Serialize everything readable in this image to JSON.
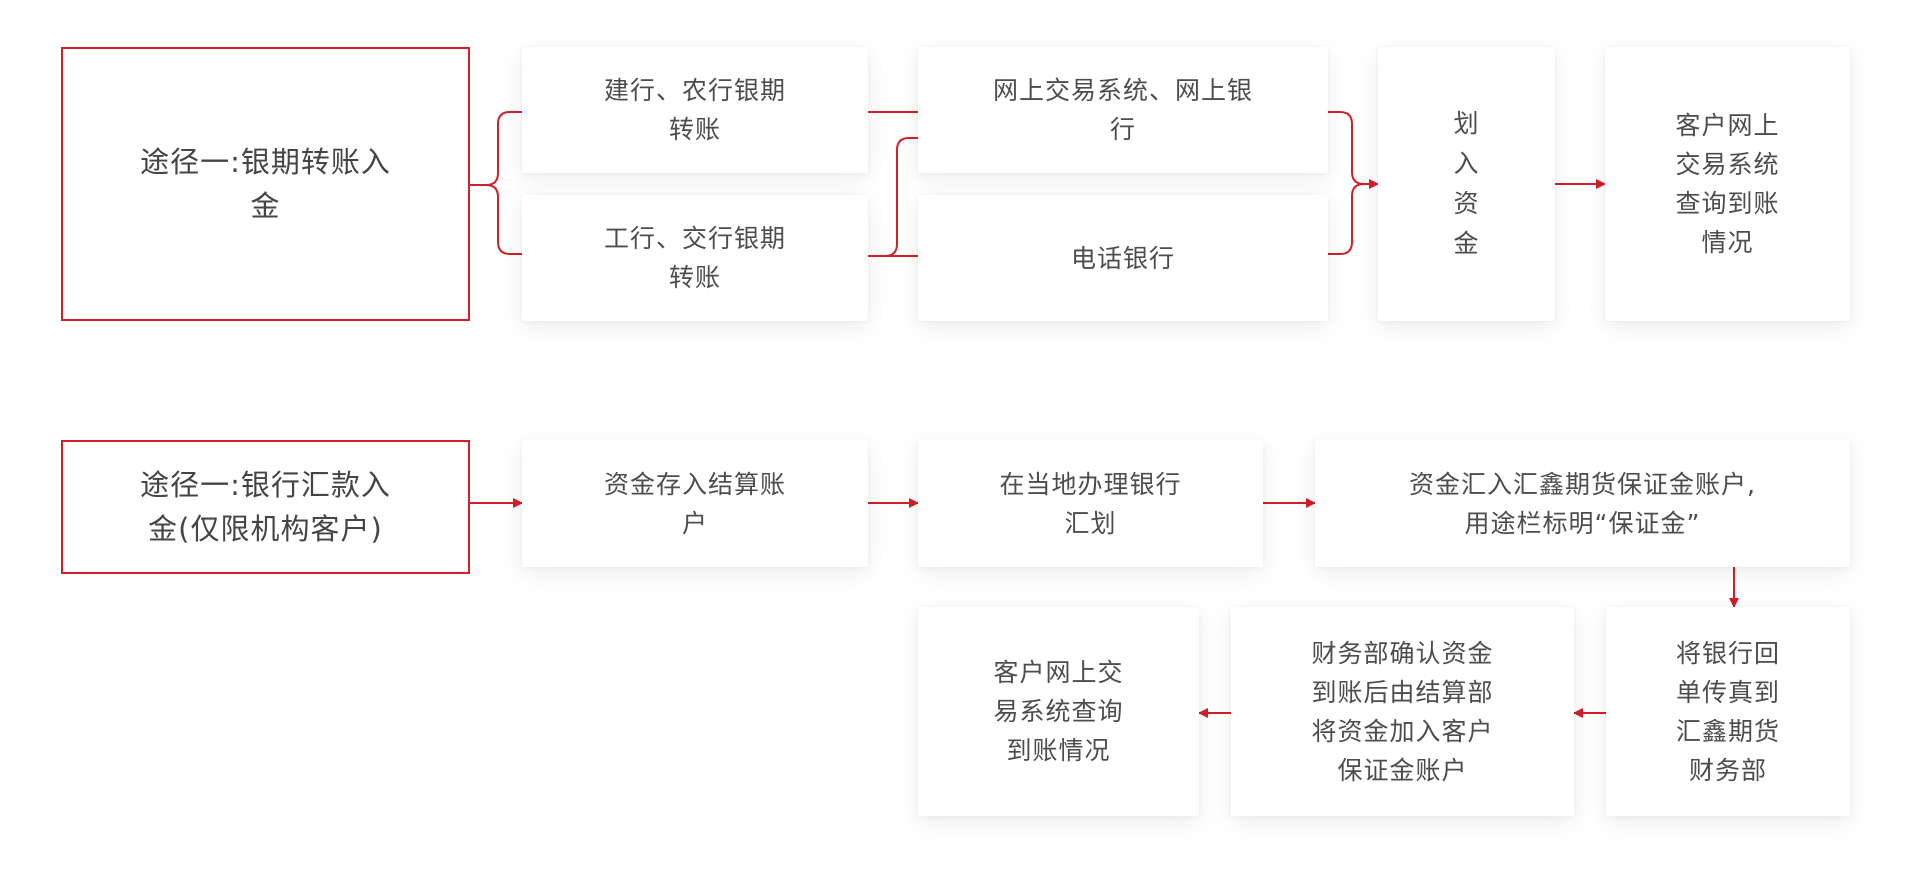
{
  "colors": {
    "accent": "#d21f28",
    "text": "#4d4d4d",
    "box_background": "#ffffff",
    "page_background": "#ffffff"
  },
  "route1": {
    "start": "途径一:银期转账入\n金",
    "transfer_ccb_abc": "建行、农行银期\n转账",
    "transfer_icbc_bocom": "工行、交行银期\n转账",
    "online_system": "网上交易系统、网上银\n行",
    "phone_bank": "电话银行",
    "transfer_in": "划\n入\n资\n金",
    "query": "客户网上\n交易系统\n查询到账\n情况"
  },
  "route2": {
    "start": "途径一:银行汇款入\n金(仅限机构客户)",
    "deposit": "资金存入结算账\n户",
    "remit": "在当地办理银行\n汇划",
    "margin_account": "资金汇入汇鑫期货保证金账户,\n用途栏标明“保证金”",
    "fax": "将银行回\n单传真到\n汇鑫期货\n财务部",
    "finance_confirm": "财务部确认资金\n到账后由结算部\n将资金加入客户\n保证金账户",
    "query": "客户网上交\n易系统查询\n到账情况"
  }
}
